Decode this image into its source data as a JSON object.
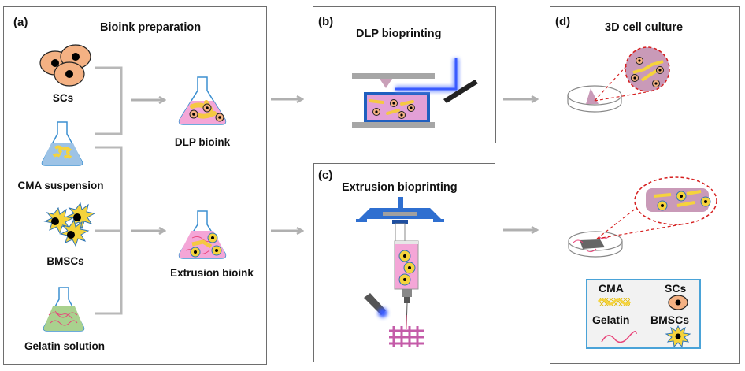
{
  "figure": {
    "panels": {
      "a": {
        "label": "(a)",
        "title": "Bioink preparation",
        "inputs": [
          "SCs",
          "CMA suspension",
          "BMSCs",
          "Gelatin solution"
        ],
        "outputs": [
          "DLP bioink",
          "Extrusion bioink"
        ]
      },
      "b": {
        "label": "(b)",
        "title": "DLP bioprinting"
      },
      "c": {
        "label": "(c)",
        "title": "Extrusion bioprinting"
      },
      "d": {
        "label": "(d)",
        "title": "3D cell culture",
        "legend": {
          "items": [
            {
              "label": "CMA",
              "icon": "cma-fiber-icon"
            },
            {
              "label": "SCs",
              "icon": "sc-cell-icon"
            },
            {
              "label": "Gelatin",
              "icon": "gelatin-strand-icon"
            },
            {
              "label": "BMSCs",
              "icon": "bmsc-cell-icon"
            }
          ]
        }
      }
    },
    "colors": {
      "sc_cell": "#f4b183",
      "cma": "#f5d33c",
      "bmsc": "#f5d33c",
      "bmsc_outline": "#2f75b5",
      "pink_ink": "#f4a6d7",
      "blue_liquid": "#9dc3e6",
      "green_liquid": "#a9d18e",
      "gelatin": "#e8457a",
      "arrow": "#b0b0b0",
      "dlp_light": "#3a5bff",
      "print_frame": "#1f5fbf",
      "dashed_callout": "#d62020",
      "legend_border": "#4aa3d8"
    }
  }
}
